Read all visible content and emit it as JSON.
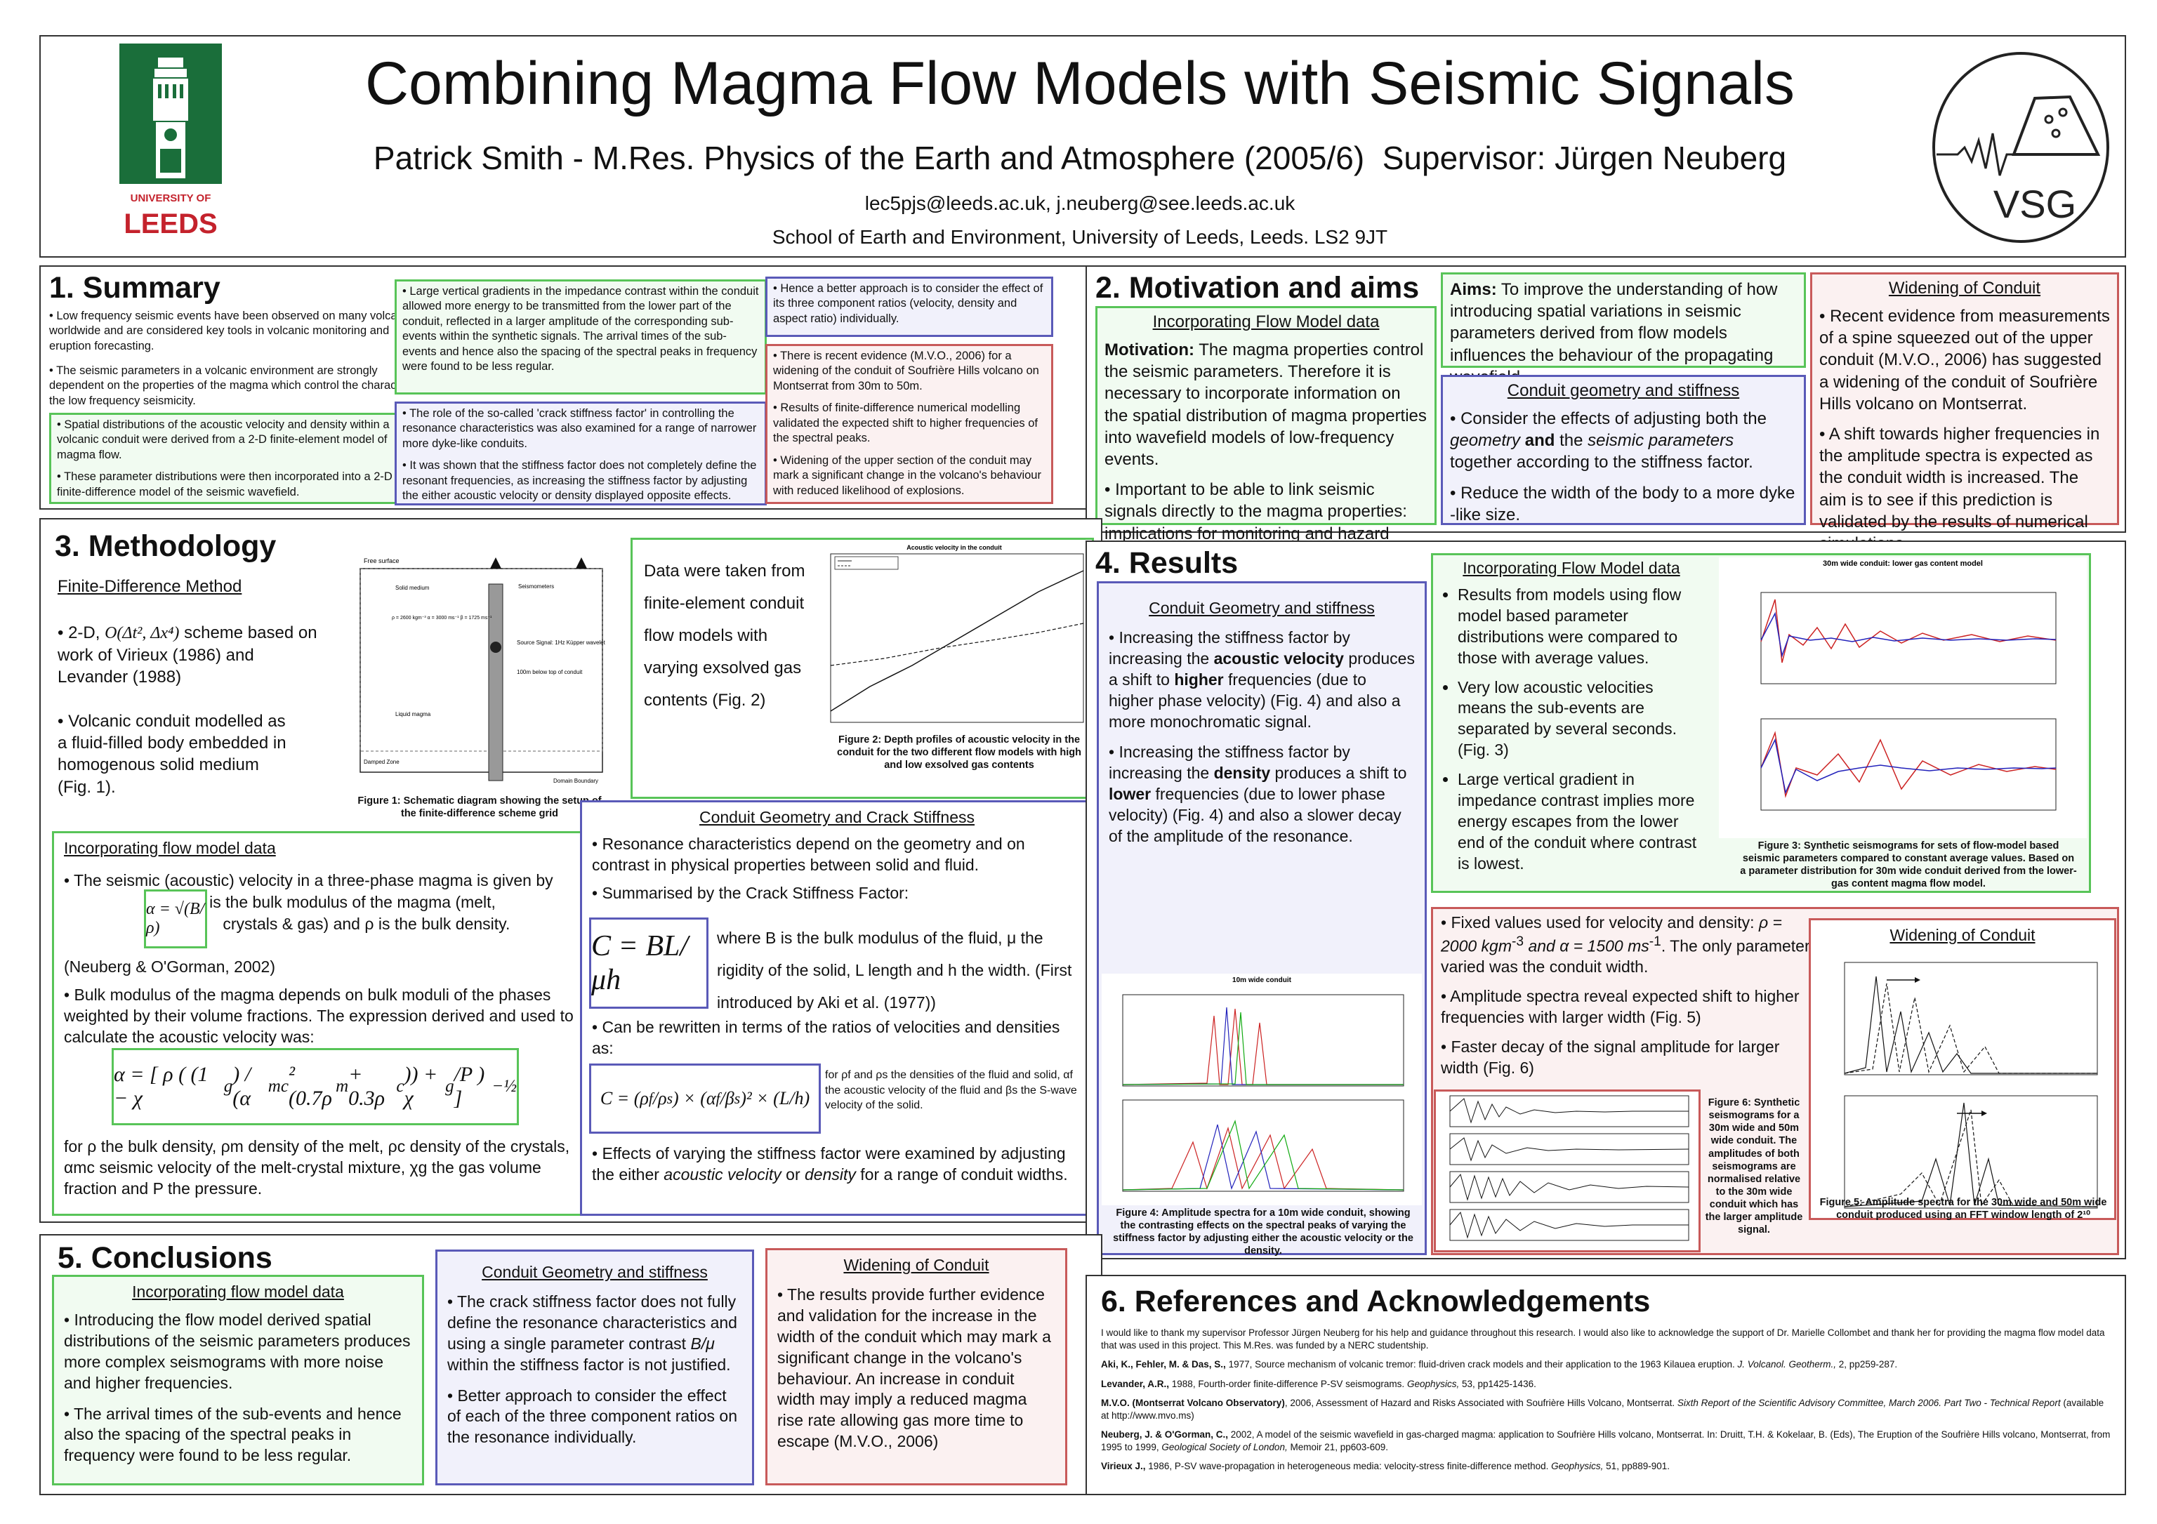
{
  "header": {
    "title": "Combining Magma Flow Models with Seismic Signals",
    "subtitle": "Patrick Smith - M.Res. Physics of the Earth and Atmosphere (2005/6)  Supervisor: Jürgen Neuberg",
    "email": "lec5pjs@leeds.ac.uk, j.neuberg@see.leeds.ac.uk",
    "school": "School of Earth and Environment, University of Leeds, Leeds. LS2 9JT",
    "logo_left": "UNIVERSITY OF LEEDS",
    "logo_right": "VSG"
  },
  "summary": {
    "title": "1. Summary",
    "p1": "• Low frequency seismic events have been observed on many volcanoes worldwide and are considered key tools in volcanic monitoring and eruption forecasting.",
    "p2": "• The seismic parameters in a volcanic environment are strongly dependent on the properties of the magma which control the character of the low frequency seismicity.",
    "g1": "• Spatial distributions of the acoustic velocity and density within a volcanic conduit were derived from a 2-D finite-element model of magma flow.",
    "g2": "• These parameter distributions were then incorporated into a 2-D finite-difference model of the seismic wavefield.",
    "g3": "• Large vertical gradients in the impedance contrast within the conduit allowed more energy to be transmitted from the lower part of the conduit, reflected in a larger amplitude of the corresponding sub-events within the synthetic signals. The arrival times of the sub-events and hence also the spacing of the spectral peaks in frequency were found to be less regular.",
    "b1": "• The role of the so-called 'crack stiffness factor' in controlling the resonance characteristics was also examined for a range of narrower more dyke-like conduits.",
    "b2": "• It was shown that the stiffness factor does not completely define the resonant frequencies, as increasing the stiffness factor by adjusting the either acoustic velocity or density displayed opposite effects.",
    "b3": "• Hence a better approach is to consider the effect of its three component ratios (velocity, density and aspect ratio) individually.",
    "r1": "• There is recent evidence (M.V.O., 2006) for a widening of the conduit of Soufrière Hills volcano on Montserrat from 30m to 50m.",
    "r2": "• Results of finite-difference numerical modelling validated the expected shift to higher frequencies of the spectral peaks.",
    "r3": "• Widening of the upper section of the conduit may mark a significant change in the volcano's behaviour with reduced likelihood of explosions."
  },
  "motivation": {
    "title": "2. Motivation and aims",
    "ifm_head": "Incorporating Flow Model data",
    "mot_label": "Motivation:",
    "mot_text": " The magma properties control the seismic parameters. Therefore it is necessary to incorporate information on the spatial distribution of magma properties into wavefield models of low-frequency events.",
    "mot_b2": "• Important to be able to link seismic signals directly to the magma properties: implications for monitoring and hazard assessment.",
    "aims_label": "Aims:",
    "aims_text": " To improve the understanding of how introducing spatial variations in seismic parameters derived from flow models influences the behaviour of the propagating wavefield.",
    "cg_head": "Conduit geometry and stiffness",
    "cg_b1a": "• Consider the effects of adjusting both the ",
    "cg_b1b": "geometry",
    "cg_b1c": " and ",
    "cg_b1d": "the ",
    "cg_b1e": "seismic parameters",
    "cg_b1f": " together according to the stiffness factor.",
    "cg_b2": "• Reduce the width of the body to a more dyke -like size.",
    "wc_head": "Widening of Conduit",
    "wc_b1": "• Recent evidence from measurements of a spine squeezed out of the upper conduit (M.V.O., 2006) has suggested a widening of the conduit of Soufrière Hills volcano on Montserrat.",
    "wc_b2": "• A shift towards higher frequencies in the amplitude spectra is expected as the conduit width is increased. The aim is to see if this prediction is validated by the results of numerical simulations."
  },
  "methodology": {
    "title": "3. Methodology",
    "fdm_head": "Finite-Difference Method",
    "fdm_b1a": "• 2-D, ",
    "fdm_b1b": " scheme based on work of Virieux (1986) and Levander (1988)",
    "fdm_b2": "• Volcanic conduit modelled as a fluid-filled body embedded in homogenous solid medium (Fig. 1).",
    "fig1_caption": "Figure 1:  Schematic diagram showing the setup of the finite-difference  scheme grid",
    "fig1_labels": {
      "free": "Free surface",
      "solid": "Solid medium",
      "params": "ρ = 2600 kgm⁻³\nα = 3000 ms⁻¹\nβ = 1725 ms⁻¹",
      "seis": "Seismometers",
      "source": "Source Signal:\n1Hz Küpper wavelet",
      "below": "100m below top of conduit",
      "liquid": "Liquid magma",
      "damped": "Damped Zone",
      "domain": "Domain Boundary"
    },
    "data_text": "Data were taken from finite-element conduit flow models with varying exsolved gas contents (Fig. 2)",
    "fig2_caption": "Figure 2: Depth profiles of acoustic velocity in the conduit for the two different flow models with high and low exsolved gas contents",
    "fig2_title": "Acoustic velocity in the conduit",
    "ifm_head": "Incorporating flow model data",
    "ifm_b1a": "• The seismic (acoustic) velocity in a three-phase magma is given by",
    "ifm_b1b": " where B is the bulk modulus of the magma (melt,",
    "ifm_b1c": " crystals & gas) and ρ is the bulk density.",
    "ifm_ref": "(Neuberg & O'Gorman, 2002)",
    "ifm_b2": "• Bulk modulus of the magma depends on bulk moduli of the phases weighted by their volume fractions. The expression derived and used to calculate the acoustic velocity was:",
    "ifm_b3": "for ρ the bulk density, ρm density of the melt, ρc density of the crystals, αmc seismic velocity of the melt-crystal mixture, χg the gas volume fraction and P the pressure.",
    "cgc_head": "Conduit Geometry and Crack Stiffness",
    "cgc_b1": "• Resonance characteristics depend on the geometry and on contrast in physical properties between solid and fluid.",
    "cgc_b2": "• Summarised by the Crack Stiffness Factor:",
    "cgc_where": "where B is the bulk modulus of the fluid, μ the rigidity of the solid, L length and h the width. (First introduced by Aki et al. (1977))",
    "cgc_b3": "• Can be rewritten in terms of the ratios of velocities and densities as:",
    "cgc_small": "for ρf and ρs the densities of the fluid and solid, αf the acoustic velocity of the fluid and βs the S-wave velocity of the solid.",
    "cgc_b4a": "• Effects of varying the stiffness factor were examined by adjusting the either ",
    "cgc_b4b": "acoustic velocity",
    "cgc_b4c": " or ",
    "cgc_b4d": "density",
    "cgc_b4e": " for a range of conduit widths."
  },
  "results": {
    "title": "4. Results",
    "cg_head": "Conduit Geometry and stiffness",
    "cg_b1a": "• Increasing the stiffness factor by increasing the ",
    "cg_b1b": "acoustic velocity",
    "cg_b1c": " produces a shift to ",
    "cg_b1d": "higher",
    "cg_b1e": " frequencies (due to higher phase velocity) (Fig. 4) and also a more monochromatic signal.",
    "cg_b2a": "• Increasing the stiffness factor by increasing the ",
    "cg_b2b": "density",
    "cg_b2c": " produces a shift to ",
    "cg_b2d": "lower",
    "cg_b2e": " frequencies (due to lower phase velocity) (Fig. 4) and also a slower decay of the amplitude of the resonance.",
    "fig4_caption": "Figure 4: Amplitude spectra for a 10m wide conduit, showing the contrasting effects on the spectral peaks of varying the stiffness factor by adjusting either the acoustic velocity or the density.",
    "fig4_title": "10m wide conduit",
    "ifm_head": "Incorporating Flow Model data",
    "ifm_b1": "Results from models using flow model based parameter distributions were compared to those with average values.",
    "ifm_b2": "Very low acoustic velocities means the sub-events are separated by several seconds. (Fig. 3)",
    "ifm_b3": "Large vertical gradient in impedance contrast implies more energy escapes from the lower end of the conduit where contrast is lowest.",
    "fig3_title": "30m wide conduit: lower gas content model",
    "fig3_caption": "Figure 3: Synthetic seismograms for sets of flow-model based seismic parameters compared to constant average values. Based on a parameter distribution for 30m wide conduit derived from the lower-gas content magma flow model.",
    "wc_b1a": "• Fixed values used for velocity and density: ",
    "wc_b1b": "ρ = 2000 kgm",
    "wc_b1c": "-3",
    "wc_b1d": " and α = 1500 ms",
    "wc_b1e": "-1",
    "wc_b1f": ". The only parameter varied was the conduit width.",
    "wc_b2": "• Amplitude spectra reveal expected shift to higher frequencies with larger width (Fig. 5)",
    "wc_b3": "• Faster decay of the signal amplitude for larger width (Fig. 6)",
    "wc_head": "Widening of Conduit",
    "fig6_caption": "Figure 6: Synthetic seismograms for a 30m wide and 50m wide conduit. The amplitudes of both seismograms are normalised relative to the 30m wide conduit which has the larger amplitude signal.",
    "fig5_caption": "Figure 5: Amplitude spectra for the 30m wide and 50m wide conduit produced using an FFT window length of 2¹⁰"
  },
  "conclusions": {
    "title": "5. Conclusions",
    "ifm_head": "Incorporating flow model data",
    "ifm_b1": "• Introducing the flow model derived spatial distributions of the seismic parameters produces more complex seismograms with more noise and higher frequencies.",
    "ifm_b2": "• The arrival times of the sub-events and hence also the spacing of the spectral peaks in frequency were found to be less regular.",
    "cg_head": "Conduit Geometry and stiffness",
    "cg_b1a": "• The crack stiffness factor does not fully define the resonance characteristics and using a single parameter contrast ",
    "cg_b1b": "B/μ",
    "cg_b1c": " within the stiffness factor is not justified.",
    "cg_b2": "• Better approach to consider the effect of each of the three component ratios on the resonance individually.",
    "wc_head": "Widening of Conduit",
    "wc_b1": "• The results provide further evidence and validation for the increase in the width of the conduit which may mark a significant change in the volcano's behaviour. An increase in conduit width may imply a reduced magma rise rate allowing gas more time to escape (M.V.O., 2006)"
  },
  "refs": {
    "title": "6. References and Acknowledgements",
    "ack": "I would like to thank my supervisor Professor Jürgen Neuberg for his help and guidance throughout this research.  I would also like to acknowledge the support of Dr. Marielle Collombet and thank her for providing the magma flow model data that was used in this project. This M.Res. was funded by a NERC studentship.",
    "r1a": "Aki, K., Fehler, M. & Das, S.,",
    "r1b": " 1977, Source mechanism of volcanic tremor: fluid-driven crack models and their application to the 1963 Kilauea eruption. ",
    "r1c": "J. Volcanol. Geotherm.,",
    "r1d": " 2, pp259-287.",
    "r2a": "Levander, A.R.,",
    "r2b": " 1988, Fourth-order finite-difference P-SV seismograms. ",
    "r2c": "Geophysics,",
    "r2d": " 53, pp1425-1436.",
    "r3a": "M.V.O. (Montserrat Volcano Observatory)",
    "r3b": ", 2006, Assessment of Hazard and Risks Associated with Soufrière Hills Volcano, Montserrat. ",
    "r3c": "Sixth Report of the Scientific Advisory Committee, March 2006. Part Two - Technical Report",
    "r3d": " (available at http://www.mvo.ms)",
    "r4a": "Neuberg, J. & O'Gorman, C.,",
    "r4b": " 2002, A model of the seismic wavefield in gas-charged magma: application to Soufrière Hills volcano, Montserrat.  In: Druitt, T.H. & Kokelaar, B. (Eds), The Eruption of the Soufrière Hills volcano, Montserrat,  from 1995 to 1999, ",
    "r4c": "Geological Society of London,",
    "r4d": " Memoir 21, pp603-609.",
    "r5a": "Virieux J.,",
    "r5b": " 1986, P-SV wave-propagation  in heterogeneous media: velocity-stress  finite-difference method. ",
    "r5c": "Geophysics,",
    "r5d": " 51, pp889-901."
  }
}
